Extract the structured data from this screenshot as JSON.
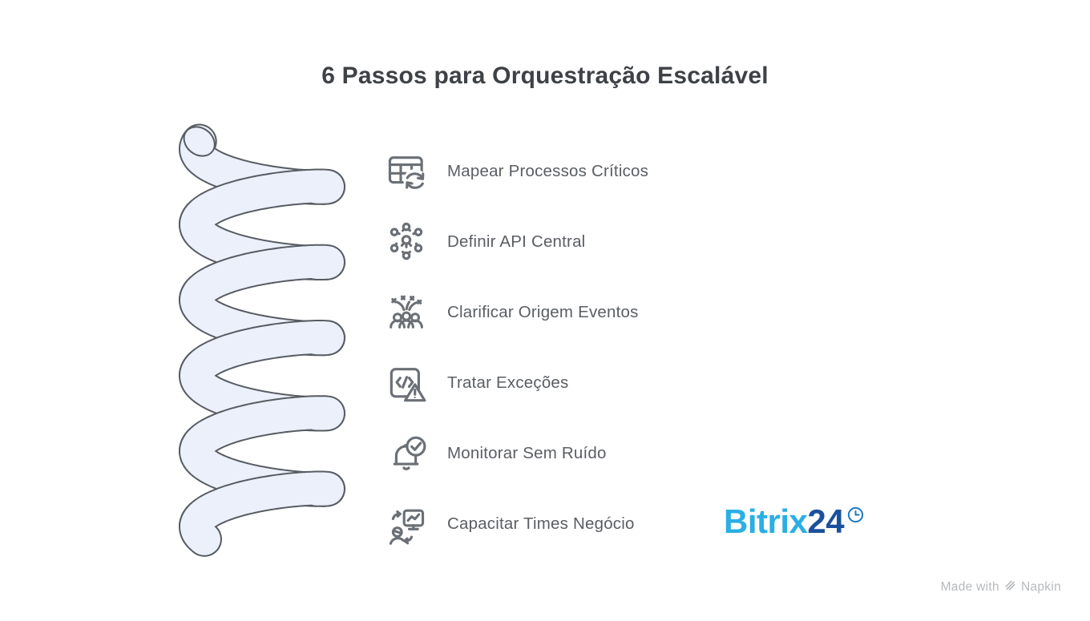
{
  "title": "6 Passos para Orquestração Escalável",
  "steps": [
    {
      "label": "Mapear Processos Críticos",
      "icon": "table-sync-icon"
    },
    {
      "label": "Definir API Central",
      "icon": "api-network-icon"
    },
    {
      "label": "Clarificar Origem Eventos",
      "icon": "events-audience-icon"
    },
    {
      "label": "Tratar Exceções",
      "icon": "code-exception-icon"
    },
    {
      "label": "Monitorar Sem Ruído",
      "icon": "bell-check-icon"
    },
    {
      "label": "Capacitar Times Negócio",
      "icon": "team-training-icon"
    }
  ],
  "brand": {
    "name_primary": "Bitrix",
    "name_secondary": "24",
    "icon": "clock-icon",
    "color_primary": "#2AAFE4",
    "color_secondary": "#1B509B",
    "color_clock": "#1E7AC2"
  },
  "footer": {
    "prefix": "Made with",
    "brand": "Napkin",
    "icon": "napkin-logo-icon",
    "color": "#B6B9BD"
  },
  "illustration": {
    "type": "coil-spring",
    "fill": "#EBF0FA",
    "stroke": "#575C63"
  },
  "colors": {
    "background": "#FFFFFF",
    "title_text": "#3E4145",
    "step_text": "#5A5E63",
    "icon_stroke": "#6B7076"
  }
}
